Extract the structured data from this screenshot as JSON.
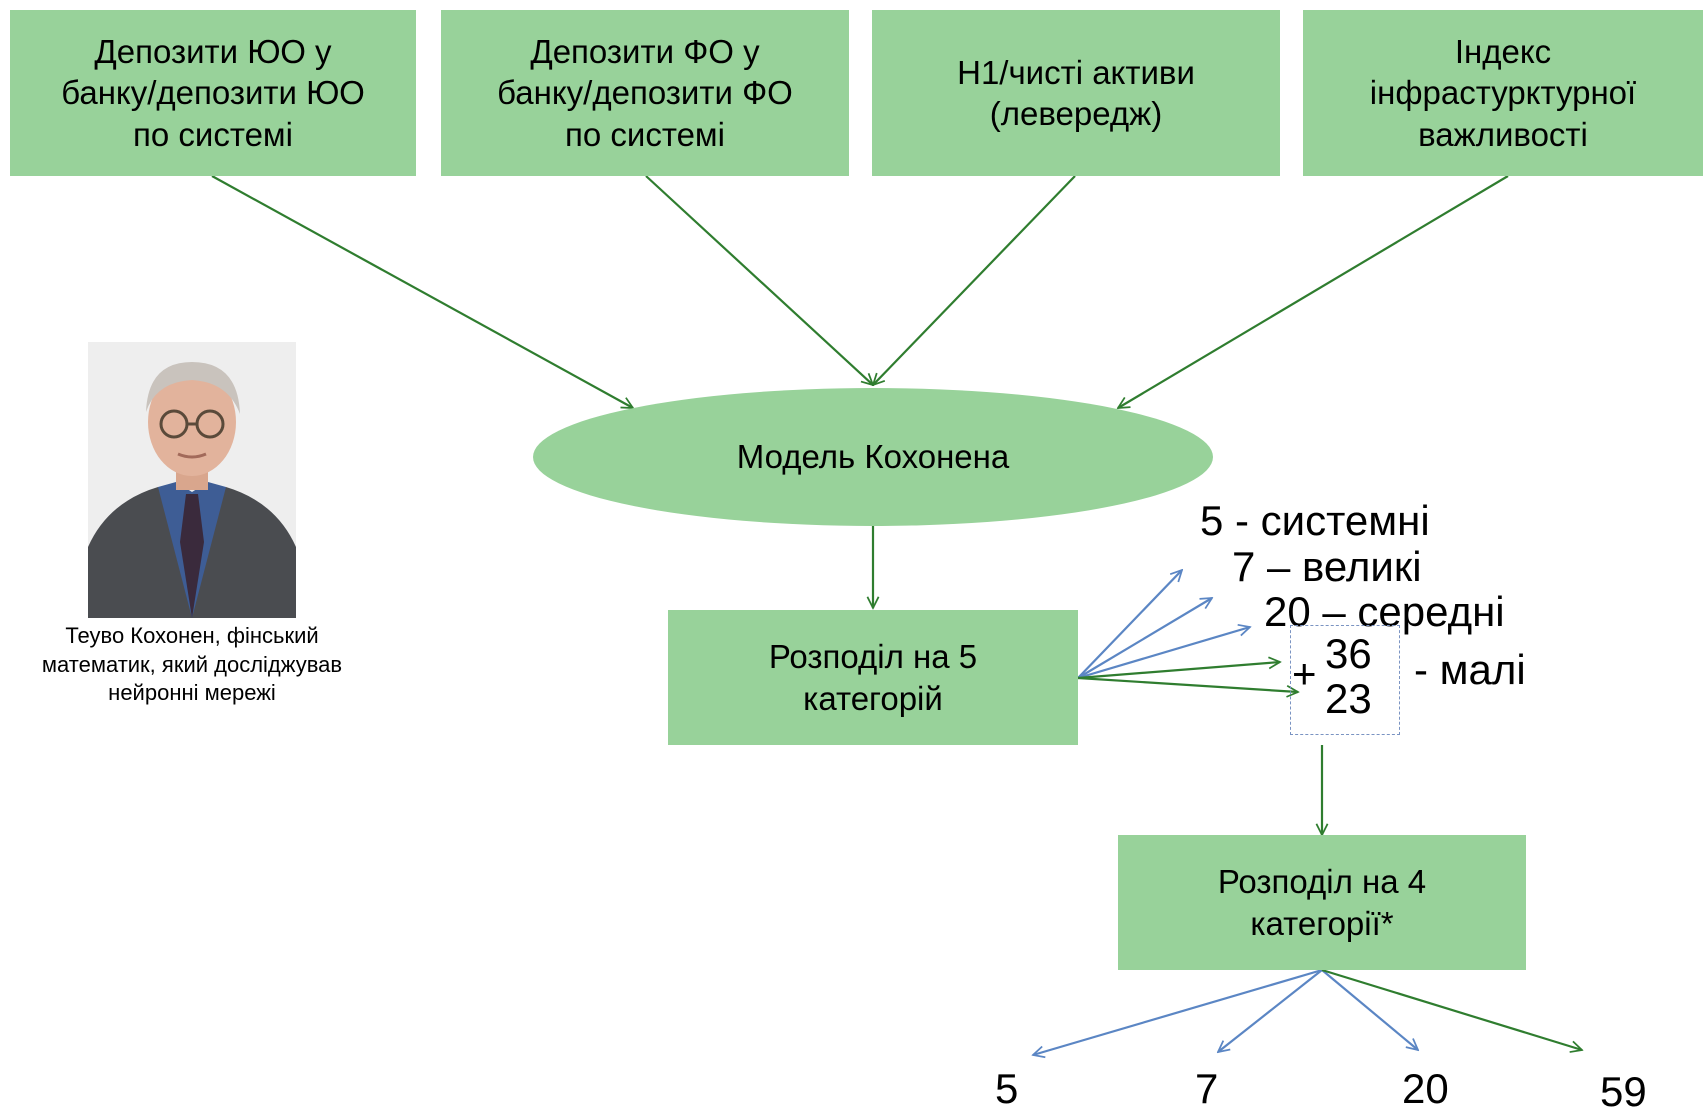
{
  "inputs": [
    "Депозити ЮО у\nбанку/депозити ЮО\nпо системі",
    "Депозити ФО у\nбанку/депозити ФО\nпо системі",
    "Н1/чисті активи\n(левередж)",
    "Індекс\nінфрастурктурної\nважливості"
  ],
  "model": "Модель Кохонена",
  "split5": "Розподіл на 5\nкатегорій",
  "categories5": {
    "systemic": "5 - системні",
    "large": "7 – великі",
    "medium": "20 – середні",
    "small_a": "36",
    "plus": "+",
    "small_b": "23",
    "small_label": "- малі"
  },
  "split4": "Розподіл на 4\nкатегорії*",
  "final_counts": [
    "5",
    "7",
    "20",
    "59"
  ],
  "photo_caption": "Теуво Кохонен, фінський\nматематик, який досліджував\nнейронні мережі",
  "colors": {
    "box_fill": "#98d29a",
    "green_arrow": "#2f7d2f",
    "blue_arrow": "#5b86c4"
  }
}
